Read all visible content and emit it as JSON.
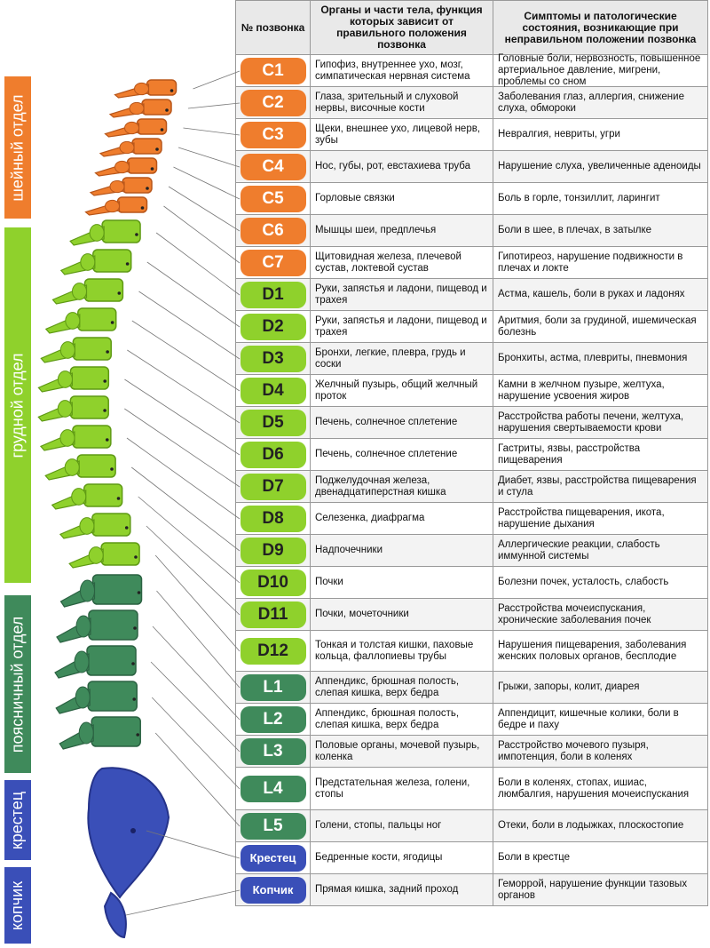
{
  "sections": [
    {
      "key": "cervical",
      "label": "шейный отдел",
      "color": "#ef7d2d"
    },
    {
      "key": "thoracic",
      "label": "грудной отдел",
      "color": "#8fd12c"
    },
    {
      "key": "lumbar",
      "label": "поясничный отдел",
      "color": "#3f8a5b"
    },
    {
      "key": "sacrum",
      "label": "крестец",
      "color": "#3a4fb8"
    },
    {
      "key": "coccyx",
      "label": "копчик",
      "color": "#3a4fb8"
    }
  ],
  "table": {
    "headers": {
      "col1": "№ позвонка",
      "col2": "Органы и части тела, функция которых зависит от правильного положения позвонка",
      "col3": "Симптомы и патологические состояния, возникающие при неправильном положении позвонка"
    },
    "rows": [
      {
        "id": "C1",
        "section": "cervical",
        "organs": "Гипофиз, внутреннее ухо, мозг, симпатическая нервная система",
        "symptoms": "Головные боли, нервозность, повышенное артериальное давление, мигрени, проблемы со сном"
      },
      {
        "id": "C2",
        "section": "cervical",
        "organs": "Глаза, зрительный и слуховой нервы, височные кости",
        "symptoms": "Заболевания глаз, аллергия, снижение слуха, обмороки"
      },
      {
        "id": "C3",
        "section": "cervical",
        "organs": "Щеки, внешнее ухо, лицевой нерв, зубы",
        "symptoms": "Невралгия, невриты, угри"
      },
      {
        "id": "C4",
        "section": "cervical",
        "organs": "Нос, губы, рот, евстахиева труба",
        "symptoms": "Нарушение слуха, увеличенные аденоиды"
      },
      {
        "id": "C5",
        "section": "cervical",
        "organs": "Горловые связки",
        "symptoms": "Боль в горле, тонзиллит, ларингит"
      },
      {
        "id": "C6",
        "section": "cervical",
        "organs": "Мышцы шеи, предплечья",
        "symptoms": "Боли в шее, в плечах, в затылке"
      },
      {
        "id": "C7",
        "section": "cervical",
        "organs": "Щитовидная железа, плечевой сустав, локтевой сустав",
        "symptoms": "Гипотиреоз, нарушение подвижности в плечах и локте"
      },
      {
        "id": "D1",
        "section": "thoracic",
        "organs": "Руки, запястья и ладони, пищевод и трахея",
        "symptoms": "Астма, кашель, боли в руках и ладонях"
      },
      {
        "id": "D2",
        "section": "thoracic",
        "organs": "Руки, запястья и ладони, пищевод и трахея",
        "symptoms": "Аритмия, боли за грудиной, ишемическая болезнь"
      },
      {
        "id": "D3",
        "section": "thoracic",
        "organs": "Бронхи, легкие, плевра, грудь и соски",
        "symptoms": "Бронхиты, астма, плевриты, пневмония"
      },
      {
        "id": "D4",
        "section": "thoracic",
        "organs": "Желчный пузырь, общий желчный проток",
        "symptoms": "Камни в желчном пузыре, желтуха, нарушение усвоения жиров"
      },
      {
        "id": "D5",
        "section": "thoracic",
        "organs": "Печень, солнечное сплетение",
        "symptoms": "Расстройства работы печени, желтуха, нарушения свертываемости крови"
      },
      {
        "id": "D6",
        "section": "thoracic",
        "organs": "Печень, солнечное сплетение",
        "symptoms": "Гастриты, язвы, расстройства пищеварения"
      },
      {
        "id": "D7",
        "section": "thoracic",
        "organs": "Поджелудочная железа, двенадцатиперстная кишка",
        "symptoms": "Диабет, язвы, расстройства пищеварения и стула"
      },
      {
        "id": "D8",
        "section": "thoracic",
        "organs": "Селезенка, диафрагма",
        "symptoms": "Расстройства пищеварения, икота, нарушение дыхания"
      },
      {
        "id": "D9",
        "section": "thoracic",
        "organs": "Надпочечники",
        "symptoms": "Аллергические реакции, слабость иммунной системы"
      },
      {
        "id": "D10",
        "section": "thoracic",
        "organs": "Почки",
        "symptoms": "Болезни почек, усталость, слабость"
      },
      {
        "id": "D11",
        "section": "thoracic",
        "organs": "Почки, мочеточники",
        "symptoms": "Расстройства мочеиспускания, хронические заболевания почек"
      },
      {
        "id": "D12",
        "section": "thoracic",
        "organs": "Тонкая и толстая кишки, паховые кольца, фаллопиевы трубы",
        "symptoms": "Нарушения пищеварения, заболевания женских половых органов, бесплодие"
      },
      {
        "id": "L1",
        "section": "lumbar",
        "organs": "Аппендикс, брюшная полость, слепая кишка, верх бедра",
        "symptoms": "Грыжи, запоры, колит, диарея"
      },
      {
        "id": "L2",
        "section": "lumbar",
        "organs": "Аппендикс, брюшная полость, слепая кишка, верх бедра",
        "symptoms": "Аппендицит, кишечные колики, боли в бедре и паху"
      },
      {
        "id": "L3",
        "section": "lumbar",
        "organs": "Половые органы, мочевой пузырь, коленка",
        "symptoms": "Расстройство мочевого пузыря, импотенция, боли в коленях"
      },
      {
        "id": "L4",
        "section": "lumbar",
        "organs": "Предстательная железа, голени, стопы",
        "symptoms": "Боли в коленях, стопах, ишиас, люмбалгия, нарушения мочеиспускания"
      },
      {
        "id": "L5",
        "section": "lumbar",
        "organs": "Голени, стопы, пальцы ног",
        "symptoms": "Отеки, боли в лодыжках, плоскостопие"
      },
      {
        "id": "Крестец",
        "section": "sacrum",
        "organs": "Бедренные кости, ягодицы",
        "symptoms": "Боли в крестце"
      },
      {
        "id": "Копчик",
        "section": "coccyx",
        "organs": "Прямая кишка, задний проход",
        "symptoms": "Геморрой, нарушение функции тазовых органов"
      }
    ]
  }
}
